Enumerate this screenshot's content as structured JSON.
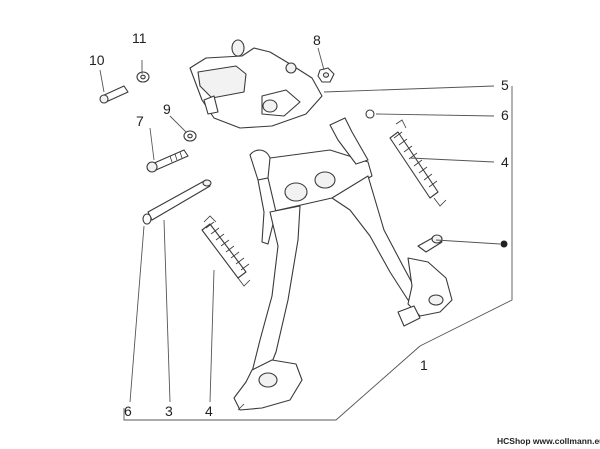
{
  "callouts": {
    "c1": "1",
    "c3": "3",
    "c4a": "4",
    "c4b": "4",
    "c5": "5",
    "c6a": "6",
    "c6b": "6",
    "c7": "7",
    "c8": "8",
    "c9": "9",
    "c10": "10",
    "c11": "11"
  },
  "watermark": "HCShop www.collmann.eu",
  "colors": {
    "line": "#3a3a3a",
    "text": "#222222",
    "background": "#ffffff"
  }
}
